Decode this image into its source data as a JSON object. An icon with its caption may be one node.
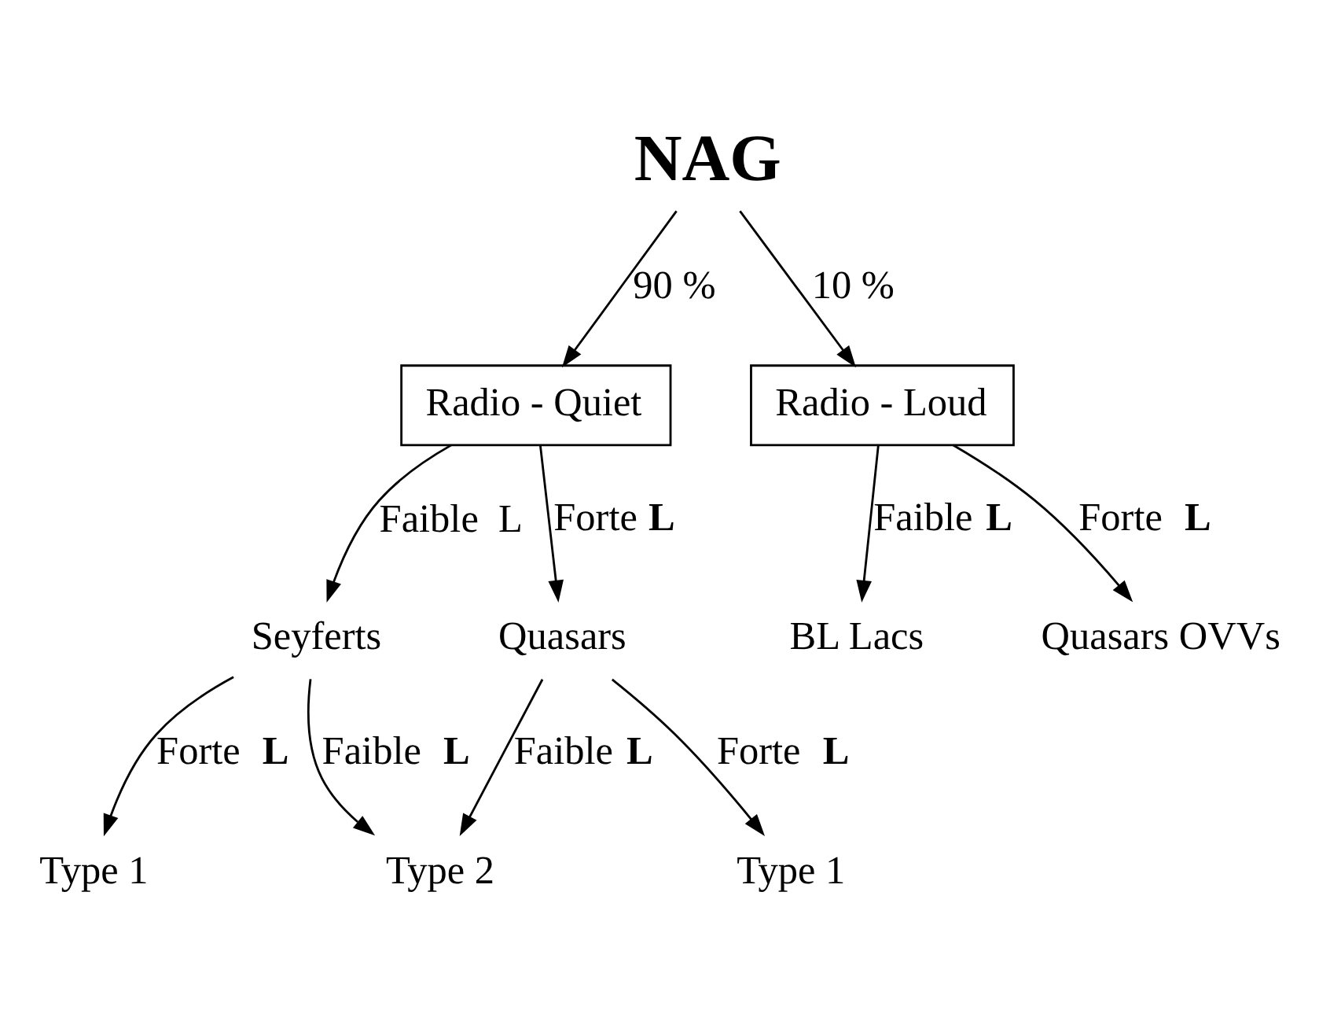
{
  "diagram": {
    "nodes": [
      {
        "text": [
          "NAG"
        ]
      },
      {
        "text": [
          "Radio - Quiet"
        ]
      },
      {
        "text": [
          "Radio - Loud"
        ]
      },
      {
        "text": [
          "Seyferts"
        ]
      },
      {
        "text": [
          "Quasars"
        ]
      },
      {
        "text": [
          "BL Lacs"
        ]
      },
      {
        "text": [
          "Quasars OVVs"
        ]
      },
      {
        "text": [
          "Type 1"
        ]
      },
      {
        "text": [
          "Type 2"
        ]
      },
      {
        "text": [
          "Type 1"
        ]
      }
    ],
    "edges": [
      {
        "from": 0,
        "to": 1,
        "arrow": "to",
        "label": "90 %"
      },
      {
        "from": 0,
        "to": 2,
        "arrow": "to",
        "label": "10 %"
      },
      {
        "from": 1,
        "to": 3,
        "arrow": "to",
        "label": "Faible  L"
      },
      {
        "from": 1,
        "to": 4,
        "arrow": "to",
        "label": "Forte **L**"
      },
      {
        "from": 2,
        "to": 5,
        "arrow": "to",
        "label": "Faible **L**"
      },
      {
        "from": 2,
        "to": 6,
        "arrow": "to",
        "label": "Forte  **L**"
      },
      {
        "from": 3,
        "to": 7,
        "arrow": "to",
        "label": "Forte  **L**"
      },
      {
        "from": 3,
        "to": 8,
        "arrow": "to",
        "label": "Faible  **L**"
      },
      {
        "from": 4,
        "to": 8,
        "arrow": "to",
        "label": "Faible **L**"
      },
      {
        "from": 4,
        "to": 9,
        "arrow": "to",
        "label": "Forte  **L**"
      }
    ]
  }
}
